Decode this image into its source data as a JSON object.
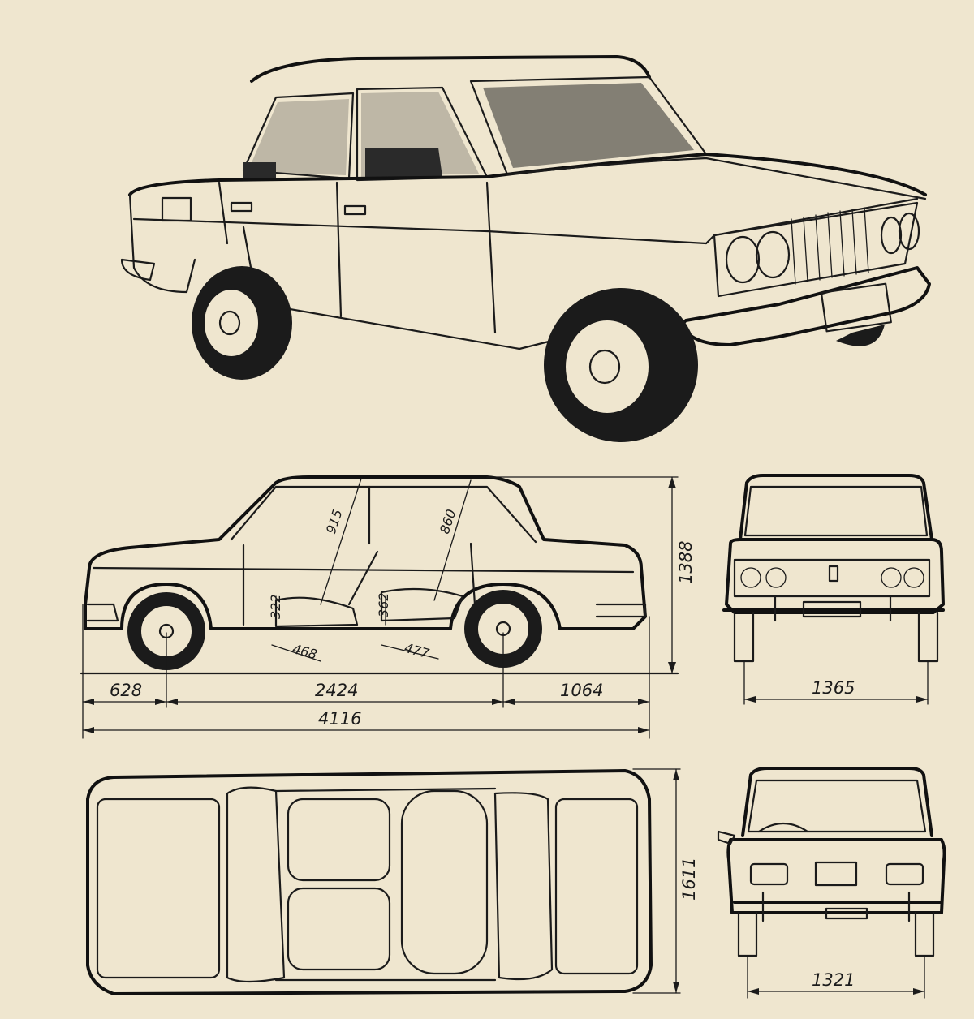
{
  "drawing": {
    "ink_color": "#1b1b1b",
    "paper_color": "#efe6cf",
    "side_view": {
      "front_overhang": "628",
      "wheelbase": "2424",
      "rear_overhang": "1064",
      "overall_length": "4116",
      "height": "1388",
      "front_headroom": "915",
      "rear_headroom": "860",
      "front_seat_height": "322",
      "rear_seat_height": "362",
      "front_seat_depth": "468",
      "rear_seat_depth": "477"
    },
    "front_view": {
      "front_track": "1365"
    },
    "top_view": {
      "overall_width": "1611"
    },
    "rear_view": {
      "rear_track": "1321"
    }
  }
}
